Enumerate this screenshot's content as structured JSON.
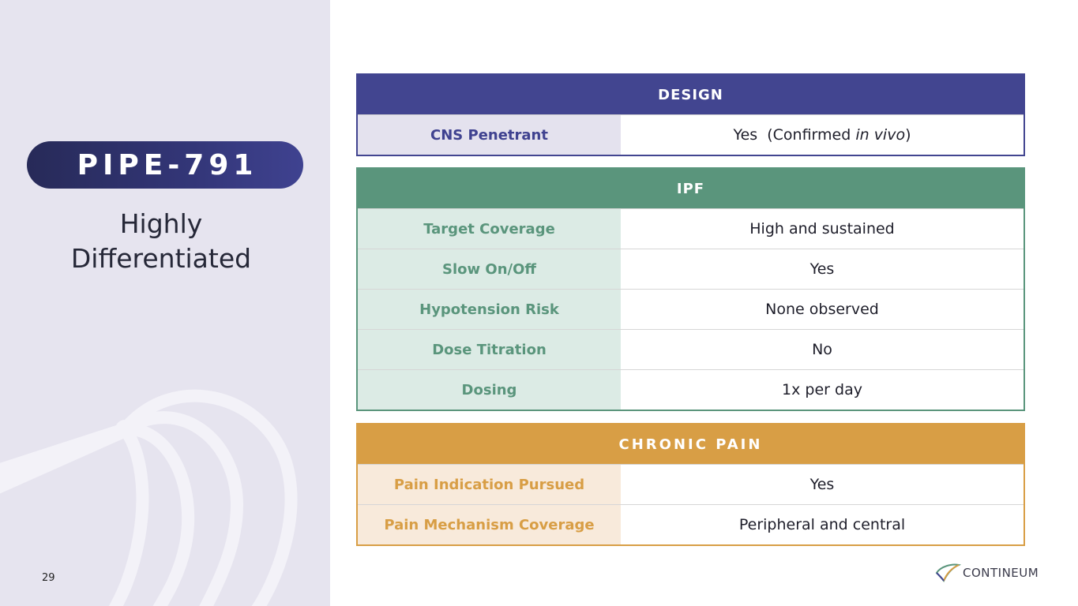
{
  "slide": {
    "title": "PIPE-791",
    "subtitle_line1": "Highly",
    "subtitle_line2": "Differentiated",
    "page_number": "29"
  },
  "colors": {
    "design": "#424590",
    "ipf": "#5a957c",
    "chronic_pain": "#d89e45",
    "panel": "#e6e4ef"
  },
  "design": {
    "header": "DESIGN",
    "rows": [
      {
        "label": "CNS Penetrant",
        "value_prefix": "Yes  (Confirmed ",
        "value_italic": "in vivo",
        "value_suffix": ")"
      }
    ]
  },
  "ipf": {
    "header": "IPF",
    "rows": [
      {
        "label": "Target Coverage",
        "value": "High and sustained"
      },
      {
        "label": "Slow On/Off",
        "value": "Yes"
      },
      {
        "label": "Hypotension Risk",
        "value": "None observed"
      },
      {
        "label": "Dose Titration",
        "value": "No"
      },
      {
        "label": "Dosing",
        "value": "1x per day"
      }
    ]
  },
  "chronic_pain": {
    "header": "CHRONIC PAIN",
    "rows": [
      {
        "label": "Pain Indication Pursued",
        "value": "Yes"
      },
      {
        "label": "Pain Mechanism Coverage",
        "value": "Peripheral and central"
      }
    ]
  },
  "logo": {
    "text": "CONTINEUM",
    "icon": "contineum-logo-icon"
  }
}
